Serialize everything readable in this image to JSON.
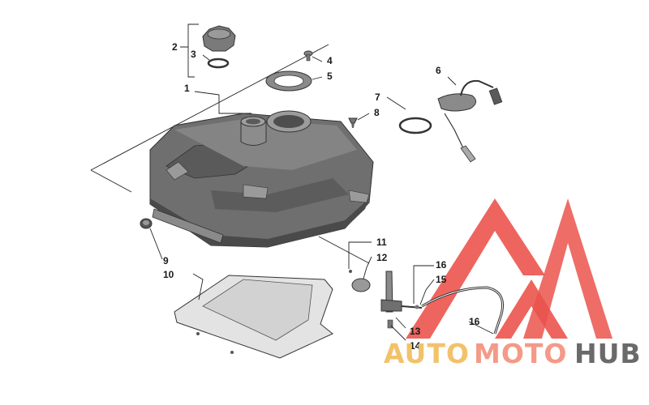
{
  "callouts": {
    "c1": "1",
    "c2": "2",
    "c3": "3",
    "c4": "4",
    "c5": "5",
    "c6": "6",
    "c7": "7",
    "c8": "8",
    "c9": "9",
    "c10": "10",
    "c11": "11",
    "c12": "12",
    "c13": "13",
    "c14": "14",
    "c15": "15",
    "c16a": "16",
    "c16b": "16"
  },
  "watermark": {
    "part1": "AUTO",
    "part2": "MOTO",
    "part3": "HUB",
    "color_auto": "#f2c26b",
    "color_moto": "#f39a88",
    "color_hub": "#6a6a6a",
    "logo_color": "#e8362e"
  },
  "colors": {
    "tank": "#6f6f6f",
    "tank_dark": "#4a4a4a",
    "tank_light": "#9a9a9a",
    "tray": "#e3e3e3",
    "tray_inner": "#d2d2d2"
  }
}
